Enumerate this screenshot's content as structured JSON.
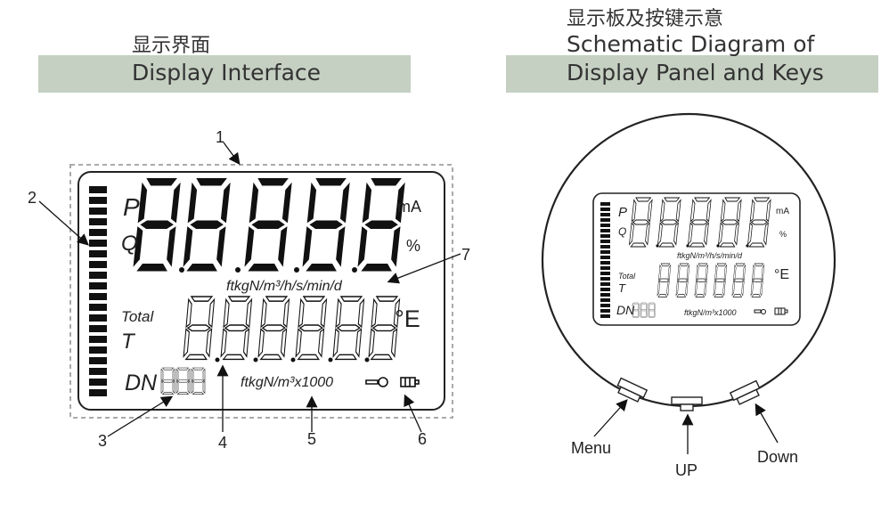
{
  "left_panel": {
    "title_cn": "显示界面",
    "title_en": "Display Interface"
  },
  "right_panel": {
    "title_cn": "显示板及按键示意",
    "title_en_line1": "Schematic Diagram of",
    "title_en_line2": "Display Panel and Keys"
  },
  "lcd": {
    "p_label": "P",
    "q_label": "Q",
    "unit_ma": "mA",
    "unit_percent": "%",
    "rate_units": "ftkgN/m³/h/s/min/d",
    "total_label": "Total",
    "t_label": "T",
    "temp_unit": "°E",
    "dn_label": "DN",
    "total_units": "ftkgN/m³x1000"
  },
  "callouts": [
    "1",
    "2",
    "3",
    "4",
    "5",
    "6",
    "7"
  ],
  "keys": {
    "menu": "Menu",
    "up": "UP",
    "down": "Down"
  }
}
